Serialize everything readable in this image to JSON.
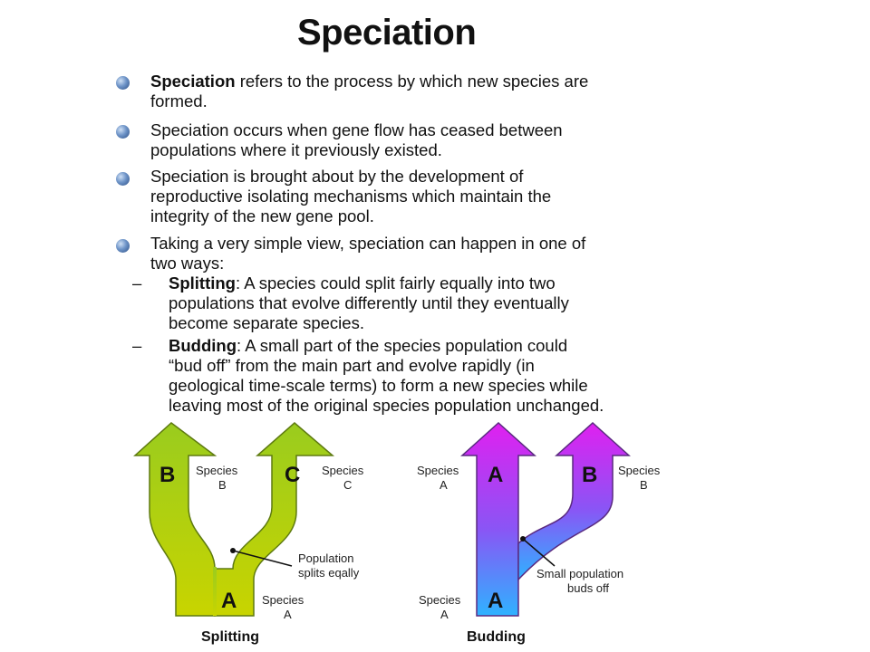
{
  "title": "Speciation",
  "bullets": [
    {
      "bold": "Speciation",
      "line1": " refers to the process by which new species are",
      "line2": "formed."
    },
    {
      "line1": "Speciation occurs when gene flow has ceased between",
      "line2": "populations where it previously existed."
    },
    {
      "line1": "Speciation is brought about by the development of",
      "line2": "reproductive isolating mechanisms which maintain the",
      "line3": "integrity of the new gene pool."
    },
    {
      "line1": "Taking a very simple view, speciation can happen in one of",
      "line2": "two ways:"
    }
  ],
  "subbullets": [
    {
      "dash": "–",
      "bold": "Splitting",
      "line1": ": A species could split fairly equally into two",
      "line2": "populations that evolve differently until they eventually",
      "line3": "become separate species."
    },
    {
      "dash": "–",
      "bold": "Budding",
      "line1": ": A small part of the species population could",
      "line2": "“bud off” from the main part and evolve rapidly (in",
      "line3": "geological time-scale terms) to form a new species while",
      "line4": "leaving most of the original species population unchanged."
    }
  ],
  "splitting": {
    "caption": "Splitting",
    "letters": {
      "left": "B",
      "right": "C",
      "base": "A"
    },
    "labels": {
      "b1": "Species",
      "b2": "B",
      "c1": "Species",
      "c2": "C",
      "a1": "Species",
      "a2": "A",
      "pop1": "Population",
      "pop2": "splits eqally"
    },
    "colors": {
      "top": "#9acc1e",
      "bottom": "#c8d400",
      "stroke": "#5e7a10"
    }
  },
  "budding": {
    "caption": "Budding",
    "letters": {
      "top_main": "A",
      "top_bud": "B",
      "base": "A"
    },
    "labels": {
      "at1": "Species",
      "at2": "A",
      "bt1": "Species",
      "bt2": "B",
      "ab1": "Species",
      "ab2": "A",
      "bud1": "Small population",
      "bud2": "buds off"
    },
    "colors": {
      "top": "#e020f0",
      "bottom": "#2fb2ff",
      "stroke": "#5a2a80"
    }
  }
}
